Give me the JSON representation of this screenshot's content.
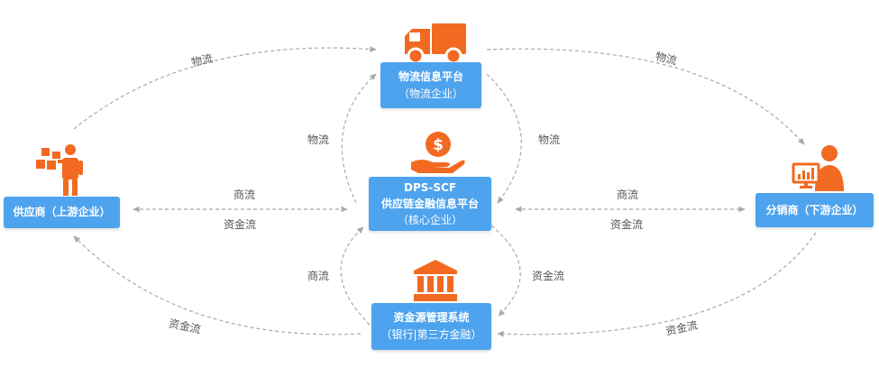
{
  "colors": {
    "node": "#4da3ee",
    "icon": "#f26a21",
    "edge": "#a9a9a9",
    "text": "#555555"
  },
  "nodes": {
    "supplier": {
      "title": "供应商（上游企业）"
    },
    "logistics": {
      "title": "物流信息平台",
      "sub": "（物流企业）"
    },
    "dps": {
      "title": "DPS-SCF",
      "line2": "供应链金融信息平台",
      "sub": "（核心企业）"
    },
    "funds": {
      "title": "资金源管理系统",
      "sub": "（银行|第三方金融）"
    },
    "distributor": {
      "title": "分销商（下游企业）"
    }
  },
  "icons": {
    "supplier": "worker-with-boxes-icon",
    "logistics": "truck-icon",
    "dps": "hand-with-coin-icon",
    "funds": "bank-icon",
    "distributor": "person-with-chart-icon"
  },
  "edge_labels": {
    "sup_log": "物流",
    "log_dist": "物流",
    "dps_log_left": "物流",
    "log_dps_right": "物流",
    "sup_dps_top": "商流",
    "sup_dps_bottom": "资金流",
    "dps_dist_top": "商流",
    "dps_dist_bottom": "资金流",
    "funds_dps_left": "商流",
    "dps_funds_right": "资金流",
    "funds_sup": "资金流",
    "dist_funds": "资金流"
  }
}
